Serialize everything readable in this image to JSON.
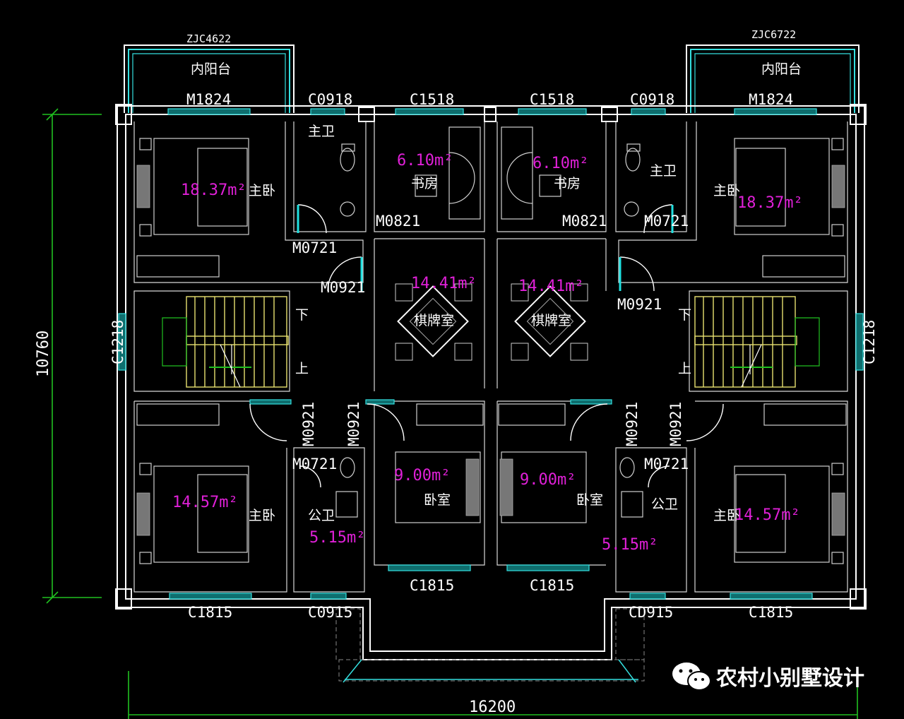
{
  "colors": {
    "background": "#000000",
    "wall": "#ffffff",
    "window": "#34e0e0",
    "area_text": "#e020d8",
    "stair": "#e8e070",
    "dimension": "#20c020"
  },
  "balconies": {
    "left_code": "ZJC4622",
    "right_code": "ZJC6722",
    "left_label": "内阳台",
    "right_label": "内阳台"
  },
  "openings": {
    "m1824_left": "M1824",
    "m1824_right": "M1824",
    "c0918_left": "C0918",
    "c0918_right": "C0918",
    "c1518_left": "C1518",
    "c1518_right": "C1518",
    "m0821_left": "M0821",
    "m0821_right": "M0821",
    "m0721_tl": "M0721",
    "m0721_tr": "M0721",
    "m0721_bl": "M0721",
    "m0721_br": "M0721",
    "m0921_tl": "M0921",
    "m0921_tr": "M0921",
    "m0921_v1": "M0921",
    "m0921_v2": "M0921",
    "m0921_v3": "M0921",
    "m0921_v4": "M0921",
    "c1218_left": "C1218",
    "c1218_right": "C1218",
    "c1815_bl": "C1815",
    "c1815_bc1": "C1815",
    "c1815_bc2": "C1815",
    "c1815_br": "C1815",
    "c0915_left": "C0915",
    "c0915_right": "CD915"
  },
  "rooms": {
    "master_tl": "主卧",
    "master_tl_area": "18.37m²",
    "master_tr": "主卧",
    "master_tr_area": "18.37m²",
    "bath_tl": "主卫",
    "bath_tr": "主卫",
    "study_l": "书房",
    "study_l_area": "6.10m²",
    "study_r": "书房",
    "study_r_area": "6.10m²",
    "mahjong_l": "棋牌室",
    "mahjong_l_area": "14.41m²",
    "mahjong_r": "棋牌室",
    "mahjong_r_area": "14.41m²",
    "stair_down_l": "下",
    "stair_up_l": "上",
    "stair_down_r": "下",
    "stair_up_r": "上",
    "master_bl": "主卧",
    "master_bl_area": "14.57m²",
    "master_br": "主卧",
    "master_br_area": "14.57m²",
    "pbath_l": "公卫",
    "pbath_l_area": "5.15m²",
    "pbath_r": "公卫",
    "pbath_r_area": "5.15m²",
    "bed_l": "卧室",
    "bed_l_area": "9.00m²",
    "bed_r": "卧室",
    "bed_r_area": "9.00m²"
  },
  "dimensions": {
    "height": "10760",
    "width": "16200"
  },
  "watermark": {
    "text": "农村小别墅设计",
    "icon": "wechat-icon"
  }
}
